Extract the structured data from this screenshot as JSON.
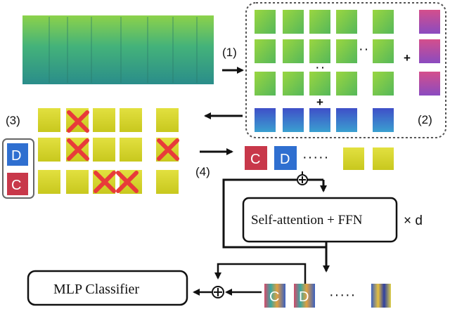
{
  "steps": {
    "s1": "(1)",
    "s2": "(2)",
    "s3": "(3)",
    "s4": "(4)"
  },
  "plus_sign": "+",
  "dots_horizontal": "··",
  "dots_vertical": "··",
  "dots_sequence": "·····",
  "dots_output": "·····",
  "tokens": {
    "cls": "C",
    "dist": "D"
  },
  "encoder_label": "Self-attention + FFN",
  "repeat_label": "× d",
  "classifier_label": "MLP Classifier",
  "add_symbol": "⊕",
  "colors": {
    "patch_green": "#7fca4a",
    "patch_yellow": "#d8d830",
    "token_cls": "#c8384a",
    "token_dist": "#2f6fd0",
    "mask_x": "#e83a3a",
    "pos_embed_purple": "#c6509a",
    "pos_embed_blue": "#3a5fc2"
  }
}
